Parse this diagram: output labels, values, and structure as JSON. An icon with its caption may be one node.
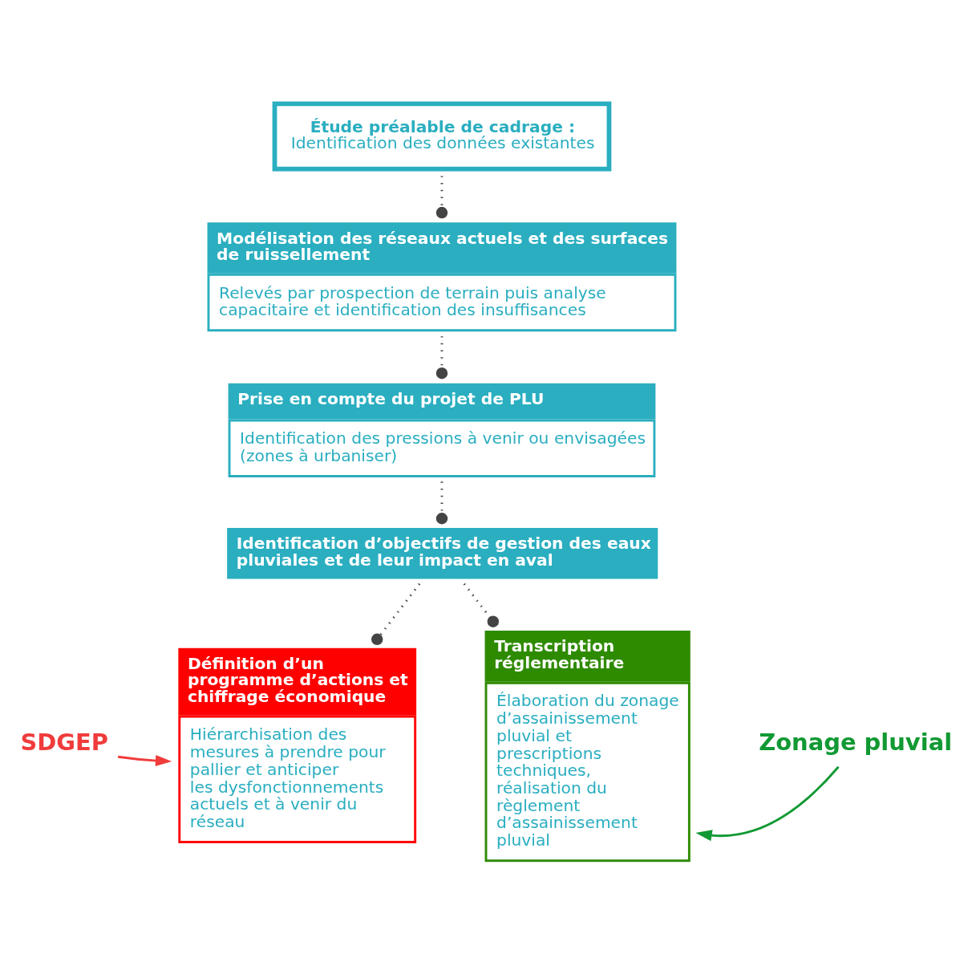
{
  "diagram": {
    "nodes": [
      {
        "text": [
          "Étude préalable de cadrage :",
          "Identification des données existantes"
        ]
      },
      {
        "text": [
          "Modélisation des réseaux actuels et des surfaces de ruissellement",
          "Relevés par prospection de terrain puis analyse capacitaire et identification des insuffisances"
        ]
      },
      {
        "text": [
          "Prise en compte du projet de PLU",
          "Identification des pressions à venir ou envisagées (zones à urbaniser)"
        ]
      },
      {
        "text": [
          "Identification d’objectifs de gestion des eaux pluviales et de leur impact en aval"
        ]
      },
      {
        "text": [
          "Définition d’un programme d’actions et chiffrage économique",
          "Hiérarchisation des mesures à prendre pour pallier et anticiper les dysfonctionnements actuels et à venir du réseau"
        ]
      },
      {
        "text": [
          "Transcription réglementaire",
          "Élaboration du zonage d’assainissement pluvial et prescriptions techniques, réalisation du règlement d’assainissement pluvial"
        ]
      },
      {
        "text": [
          "SDGEP"
        ]
      },
      {
        "text": [
          "Zonage pluvial"
        ]
      }
    ],
    "edges": [
      {
        "from": 0,
        "to": 1,
        "arrow": "other",
        "style": "dashed"
      },
      {
        "from": 1,
        "to": 2,
        "arrow": "other",
        "style": "dashed"
      },
      {
        "from": 2,
        "to": 3,
        "arrow": "other",
        "style": "dashed"
      },
      {
        "from": 3,
        "to": 4,
        "arrow": "other",
        "style": "dashed"
      },
      {
        "from": 3,
        "to": 5,
        "arrow": "other",
        "style": "dashed"
      },
      {
        "from": 6,
        "to": 4,
        "arrow": "to",
        "color": "#f03c3c"
      },
      {
        "from": 7,
        "to": 5,
        "arrow": "to",
        "color": "#119933"
      }
    ]
  }
}
